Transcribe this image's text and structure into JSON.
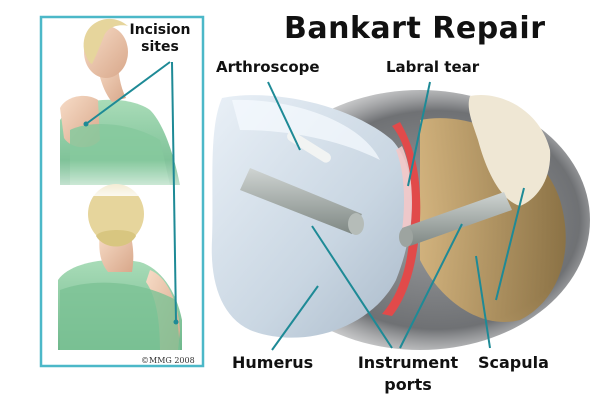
{
  "title": "Bankart Repair",
  "labels": {
    "incision_sites": "Incision sites",
    "arthroscope": "Arthroscope",
    "labral_tear": "Labral tear",
    "humerus": "Humerus",
    "instrument_ports": "Instrument ports",
    "scapula": "Scapula"
  },
  "copyright": "©MMG 2008",
  "colors": {
    "panel_border": "#4cb8c8",
    "leader_line": "#1e8a96",
    "gown": "#8fd0a6",
    "skin": "#f1c9ad",
    "hair": "#e9dba6",
    "labral_tear": "#e14a4a"
  }
}
